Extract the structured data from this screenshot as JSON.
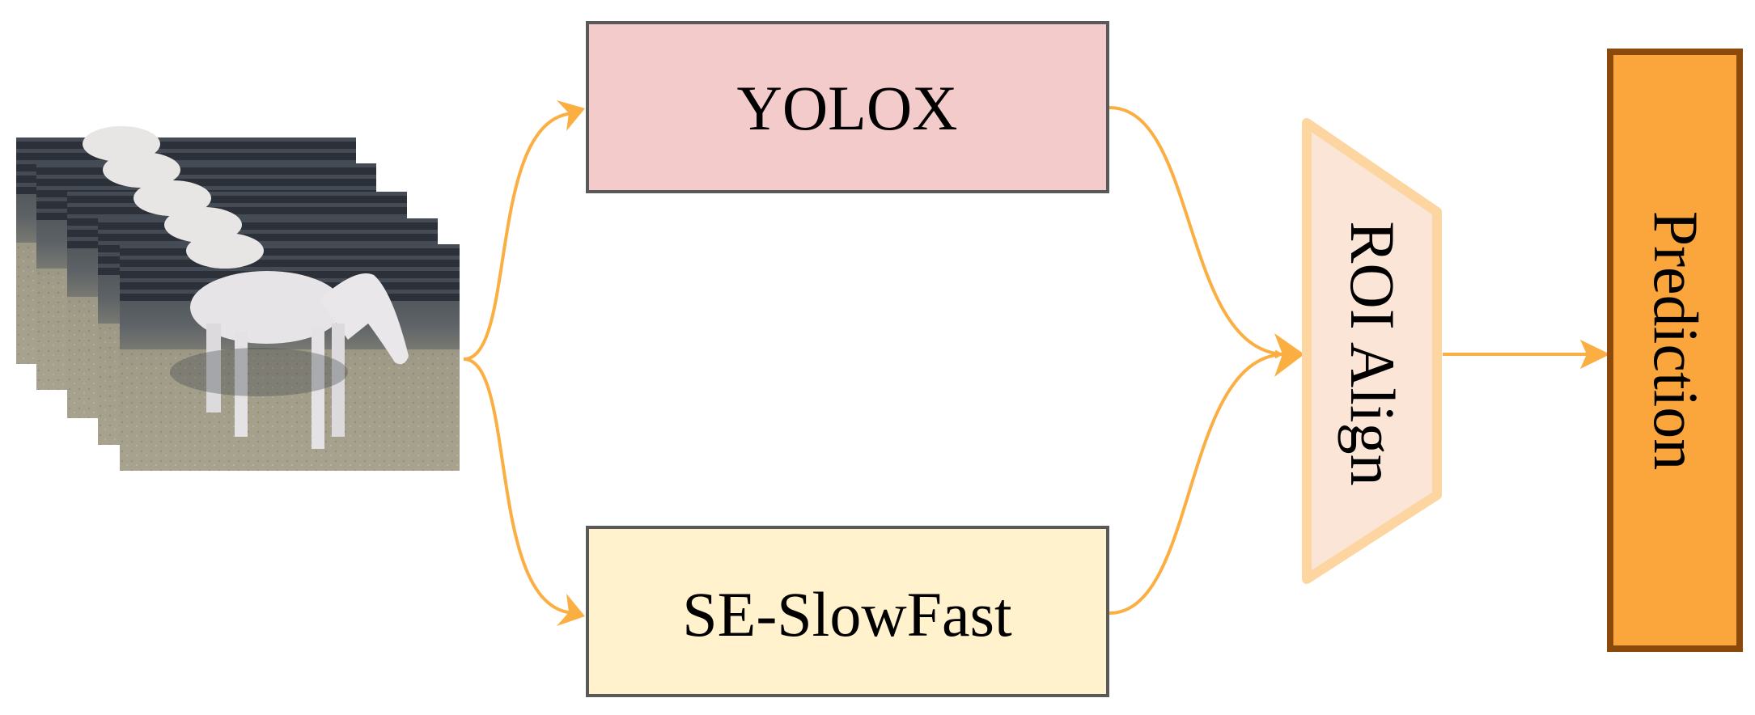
{
  "nodes": {
    "input_frames": {
      "icon": "horse-video-frames"
    },
    "yolox": {
      "label": "YOLOX"
    },
    "se_slowfast": {
      "label": "SE-SlowFast"
    },
    "roi_align": {
      "label": "ROI Align"
    },
    "prediction": {
      "label": "Prediction"
    }
  },
  "colors": {
    "arrow": "#FBAE42",
    "yolox_fill": "#F4CBCB",
    "yolox_stroke": "#595959",
    "slowfast_fill": "#FFF2CC",
    "slowfast_stroke": "#595959",
    "roi_fill": "#FBE5D6",
    "roi_stroke": "#FDD5A0",
    "prediction_fill": "#FBA63C",
    "prediction_stroke": "#8B4A0B"
  }
}
